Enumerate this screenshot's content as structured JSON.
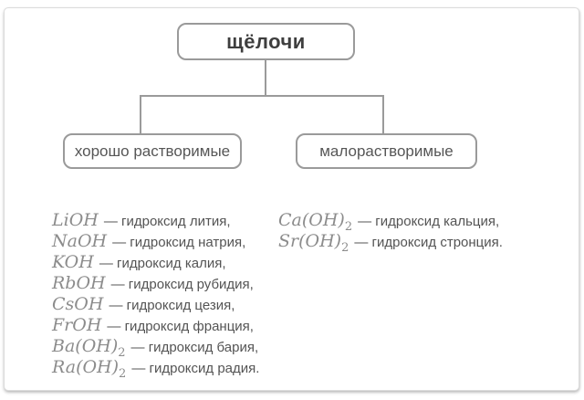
{
  "diagram": {
    "root": {
      "label": "щёлочи"
    },
    "children": [
      {
        "label": "хорошо растворимые"
      },
      {
        "label": "малорастворимые"
      }
    ]
  },
  "legend": {
    "left_column": [
      {
        "formula": "LiOH",
        "sub": "",
        "text": "— гидроксид лития,"
      },
      {
        "formula": "NaOH",
        "sub": "",
        "text": "— гидроксид натрия,"
      },
      {
        "formula": "KOH",
        "sub": "",
        "text": "— гидроксид калия,"
      },
      {
        "formula": "RbOH",
        "sub": "",
        "text": "— гидроксид рубидия,"
      },
      {
        "formula": "CsOH",
        "sub": "",
        "text": "— гидроксид цезия,"
      },
      {
        "formula": "FrOH",
        "sub": "",
        "text": "— гидроксид франция,"
      },
      {
        "formula": "Ba(OH)",
        "sub": "2",
        "text": "— гидроксид бария,"
      },
      {
        "formula": "Ra(OH)",
        "sub": "2",
        "text": "— гидроксид радия."
      }
    ],
    "right_column": [
      {
        "formula": "Ca(OH)",
        "sub": "2",
        "text": "— гидроксид кальция,"
      },
      {
        "formula": "Sr(OH)",
        "sub": "2",
        "text": "— гидроксид стронция."
      }
    ]
  },
  "colors": {
    "card_border": "#dcdcdc",
    "box_border": "#9a9a9a",
    "connector": "#9a9a9a",
    "root_text": "#3e3e3e",
    "node_text": "#565656",
    "formula_text": "#8c8c8c",
    "description_text": "#545454"
  }
}
